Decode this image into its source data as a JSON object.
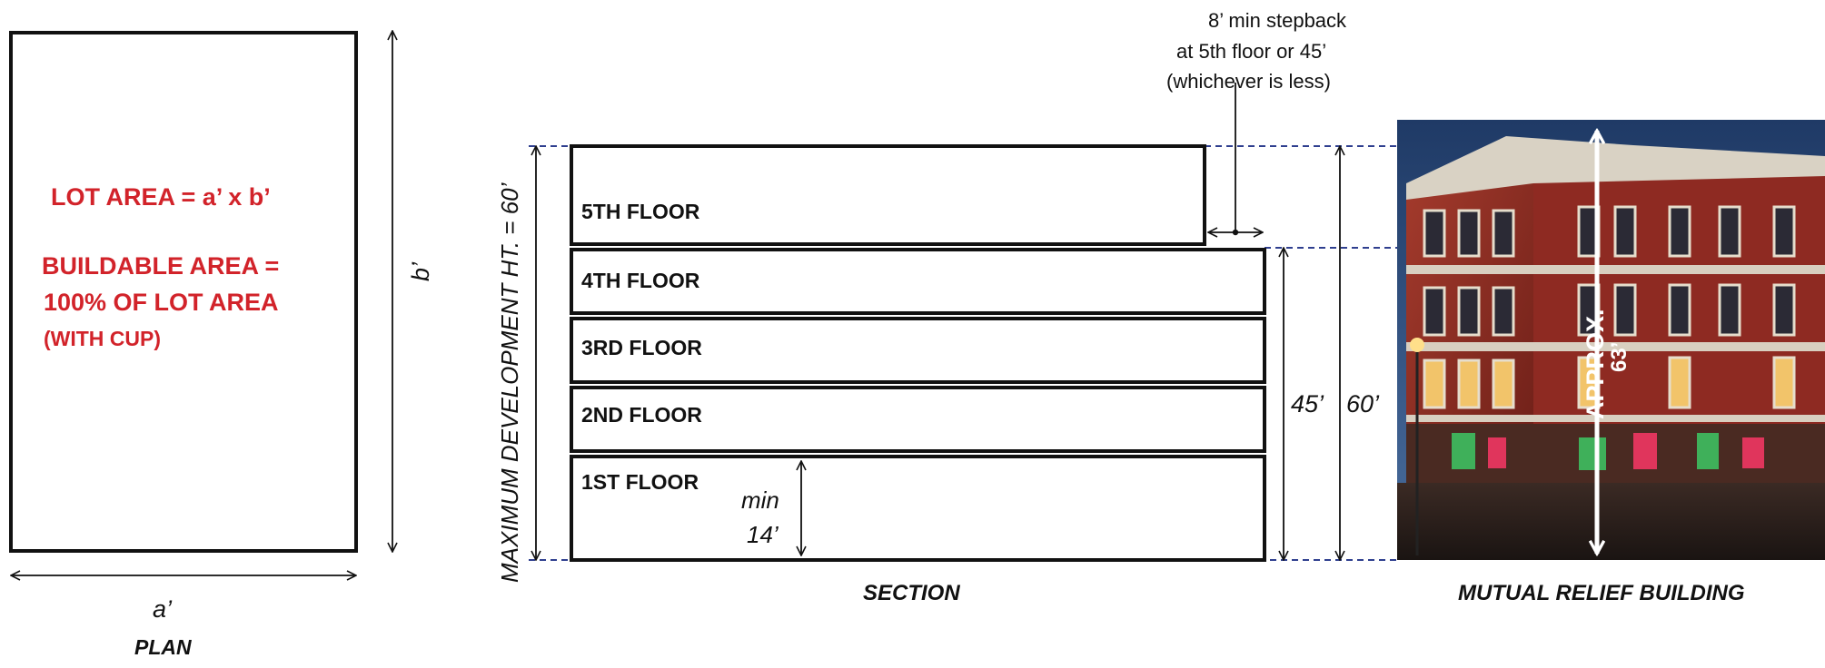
{
  "plan": {
    "lot_area": "LOT AREA = a’ x b’",
    "buildable_line1": "BUILDABLE AREA =",
    "buildable_line2": "100% OF LOT AREA",
    "buildable_line3": "(WITH CUP)",
    "dim_a": "a’",
    "dim_b": "b’",
    "caption": "PLAN"
  },
  "section": {
    "max_height_label": "MAXIMUM DEVELOPMENT HT. = 60’",
    "stepback_line1": "8’ min stepback",
    "stepback_line2": "at 5th floor or 45’",
    "stepback_line3": "(whichever is less)",
    "floors": [
      "5TH FLOOR",
      "4TH FLOOR",
      "3RD FLOOR",
      "2ND FLOOR",
      "1ST FLOOR"
    ],
    "min_line1": "min",
    "min_line2": "14’",
    "dim_45": "45’",
    "dim_60": "60’",
    "caption": "SECTION"
  },
  "photo": {
    "approx_line1": "APPROX.",
    "approx_line2": "63’",
    "caption": "MUTUAL RELIEF BUILDING"
  },
  "colors": {
    "accent_red": "#d2232a",
    "dashed_blue": "#2f3f8f",
    "building_brick": "#8e2a22",
    "sky": "#2c4a78"
  }
}
